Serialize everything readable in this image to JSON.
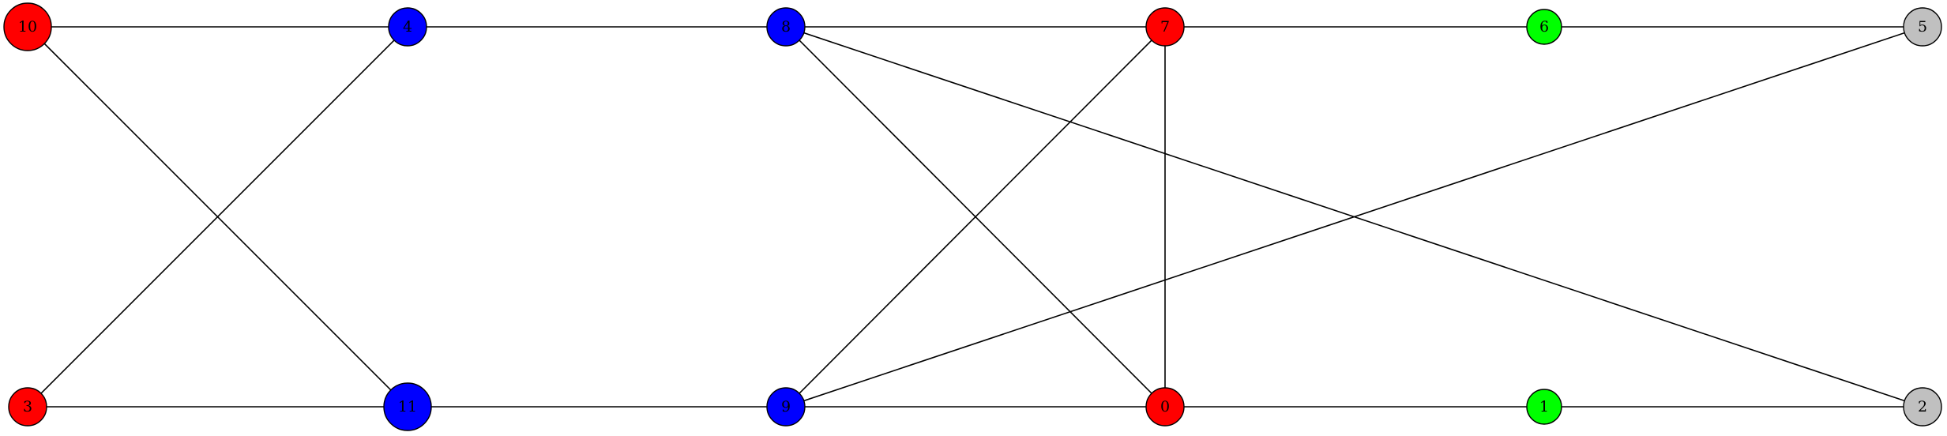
{
  "graph": {
    "nodes": [
      {
        "id": "n10",
        "label": "10",
        "color": "#ff0000"
      },
      {
        "id": "n4",
        "label": "4",
        "color": "#0000ff"
      },
      {
        "id": "n8",
        "label": "8",
        "color": "#0000ff"
      },
      {
        "id": "n7",
        "label": "7",
        "color": "#ff0000"
      },
      {
        "id": "n6",
        "label": "6",
        "color": "#00ff00"
      },
      {
        "id": "n5",
        "label": "5",
        "color": "#c0c0c0"
      },
      {
        "id": "n3",
        "label": "3",
        "color": "#ff0000"
      },
      {
        "id": "n11",
        "label": "11",
        "color": "#0000ff"
      },
      {
        "id": "n9",
        "label": "9",
        "color": "#0000ff"
      },
      {
        "id": "n0",
        "label": "0",
        "color": "#ff0000"
      },
      {
        "id": "n1",
        "label": "1",
        "color": "#00ff00"
      },
      {
        "id": "n2",
        "label": "2",
        "color": "#c0c0c0"
      }
    ],
    "edges": [
      [
        "n10",
        "n4"
      ],
      [
        "n4",
        "n8"
      ],
      [
        "n8",
        "n7"
      ],
      [
        "n7",
        "n6"
      ],
      [
        "n6",
        "n5"
      ],
      [
        "n10",
        "n11"
      ],
      [
        "n4",
        "n3"
      ],
      [
        "n8",
        "n0"
      ],
      [
        "n8",
        "n2"
      ],
      [
        "n7",
        "n9"
      ],
      [
        "n7",
        "n0"
      ],
      [
        "n5",
        "n9"
      ],
      [
        "n3",
        "n11"
      ],
      [
        "n11",
        "n9"
      ],
      [
        "n9",
        "n0"
      ],
      [
        "n0",
        "n1"
      ],
      [
        "n1",
        "n2"
      ]
    ]
  }
}
